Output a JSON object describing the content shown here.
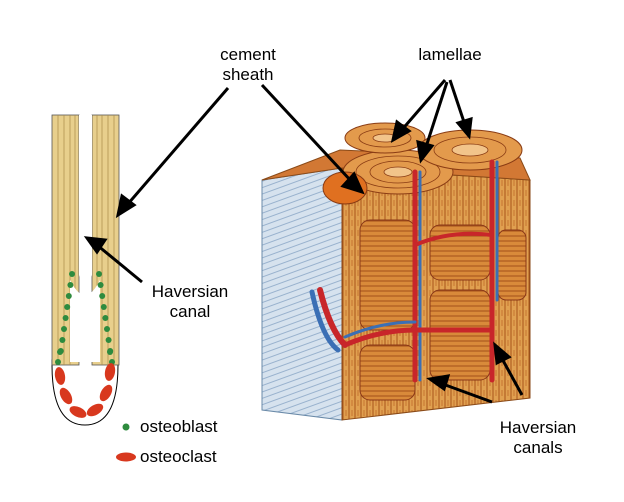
{
  "labels": {
    "cement_sheath": [
      "cement",
      "sheath"
    ],
    "lamellae": "lamellae",
    "haversian_canal": [
      "Haversian",
      "canal"
    ],
    "haversian_canals": [
      "Haversian",
      "canals"
    ]
  },
  "legend": {
    "osteoblast": "osteoblast",
    "osteoclast": "osteoclast"
  },
  "colors": {
    "bone_orange": "#d9893e",
    "bone_dark": "#b85a1c",
    "lamella_yellow": "#f0c98a",
    "periosteum_blue": "#c9d8e8",
    "artery_red": "#c8262a",
    "vein_blue": "#3b6fb5",
    "osteoblast_green": "#2e8b3e",
    "osteoclast_red": "#d8381e",
    "canal_tan": "#e8cf8c"
  },
  "icons": [
    "osteoblast-dot-icon",
    "osteoclast-oval-icon"
  ]
}
